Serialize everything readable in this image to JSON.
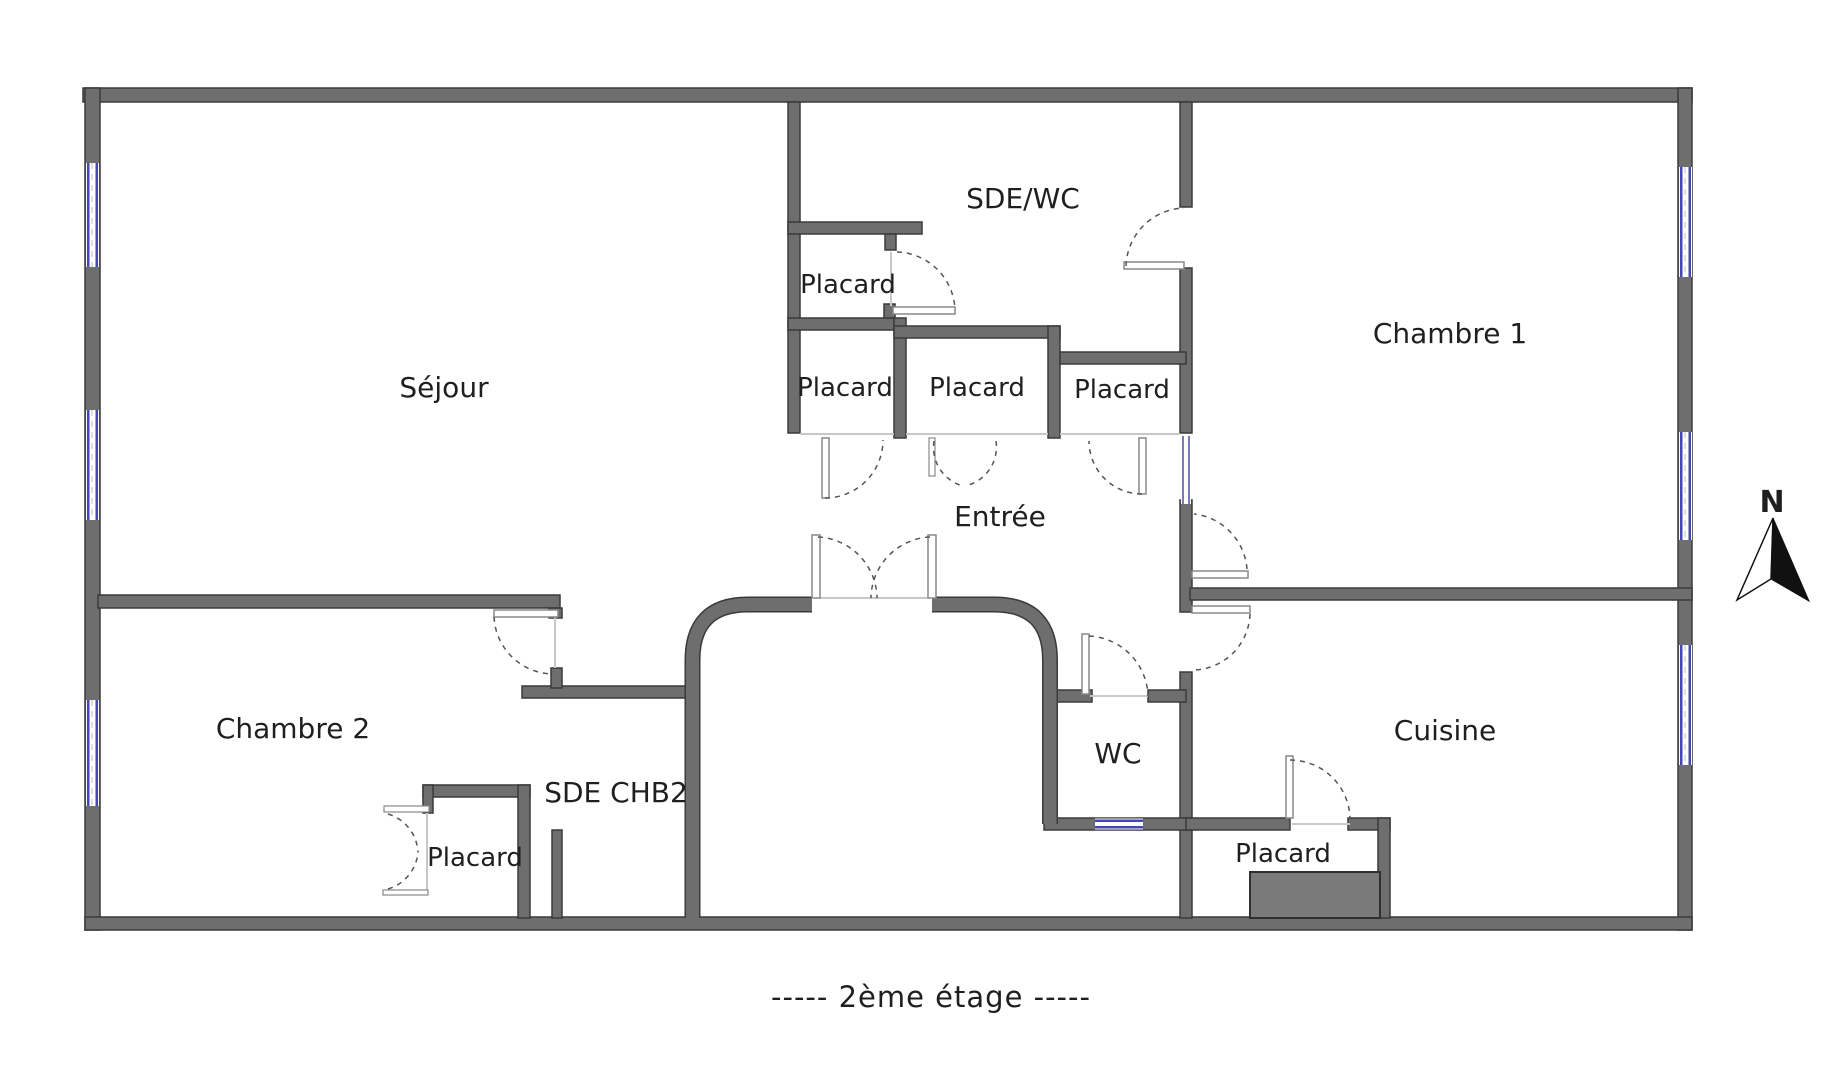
{
  "plan": {
    "type": "apartment-floor-plan",
    "floor_label": "-----  2ème étage  -----",
    "north_label": "N",
    "colors": {
      "wall_fill": "#6e6e6e",
      "wall_edge": "#3a3a3a",
      "window_blue": "#4646b4",
      "door_dash": "#555555",
      "opening_line": "#c8c8c8",
      "text": "#1f1f1f",
      "counter_fill": "#7a7a7a"
    },
    "rooms": [
      {
        "id": "sejour",
        "label": "Séjour"
      },
      {
        "id": "sde-wc",
        "label": "SDE/WC"
      },
      {
        "id": "chambre-1",
        "label": "Chambre 1"
      },
      {
        "id": "placard-top",
        "label": "Placard"
      },
      {
        "id": "placard-left",
        "label": "Placard"
      },
      {
        "id": "placard-middle",
        "label": "Placard"
      },
      {
        "id": "placard-right",
        "label": "Placard"
      },
      {
        "id": "entree",
        "label": "Entrée"
      },
      {
        "id": "chambre-2",
        "label": "Chambre 2"
      },
      {
        "id": "sde-chb2",
        "label": "SDE CHB2"
      },
      {
        "id": "placard-chb2",
        "label": "Placard"
      },
      {
        "id": "wc",
        "label": "WC"
      },
      {
        "id": "cuisine",
        "label": "Cuisine"
      },
      {
        "id": "placard-cuisine",
        "label": "Placard"
      }
    ]
  }
}
